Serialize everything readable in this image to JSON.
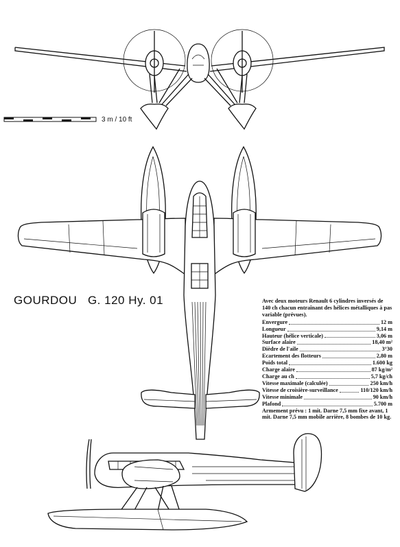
{
  "title": {
    "name": "GOURDOU",
    "designation": "G. 120 Hy. 01"
  },
  "scale": {
    "label": "3 m / 10 ft"
  },
  "specs": {
    "intro": "Avec deux moteurs Renault 6 cylindres inversés de 140 ch chacun entraînant des hélices métalliques à pas variable (prévues).",
    "rows": [
      {
        "label": "Envergure",
        "value": "12 m"
      },
      {
        "label": "Longueur",
        "value": "9,14 m"
      },
      {
        "label": "Hauteur (hélice verticale)",
        "value": "3,06 m"
      },
      {
        "label": "Surface alaire",
        "value": "18,40 m²"
      },
      {
        "label": "Dièdre de l'aile",
        "value": "3°30"
      },
      {
        "label": "Ecartement des flotteurs",
        "value": "2,80 m"
      },
      {
        "label": "Poids total",
        "value": "1.600 kg"
      },
      {
        "label": "Charge alaire",
        "value": "87 kg/m²"
      },
      {
        "label": "Charge au ch",
        "value": "5,7 kg/ch"
      },
      {
        "label": "Vitesse maximale (calculée)",
        "value": "250 km/h"
      },
      {
        "label": "Vitesse de croisière-surveillance",
        "value": "110/120 km/h"
      },
      {
        "label": "Vitesse minimale",
        "value": "90 km/h"
      },
      {
        "label": "Plafond",
        "value": "5.700 m"
      }
    ],
    "armament": "Armement prévu : 1 mit. Darne 7,5 mm fixe avant, 1 mit. Darne 7,5 mm mobile arrière, 8 bombes de 10 kg."
  }
}
